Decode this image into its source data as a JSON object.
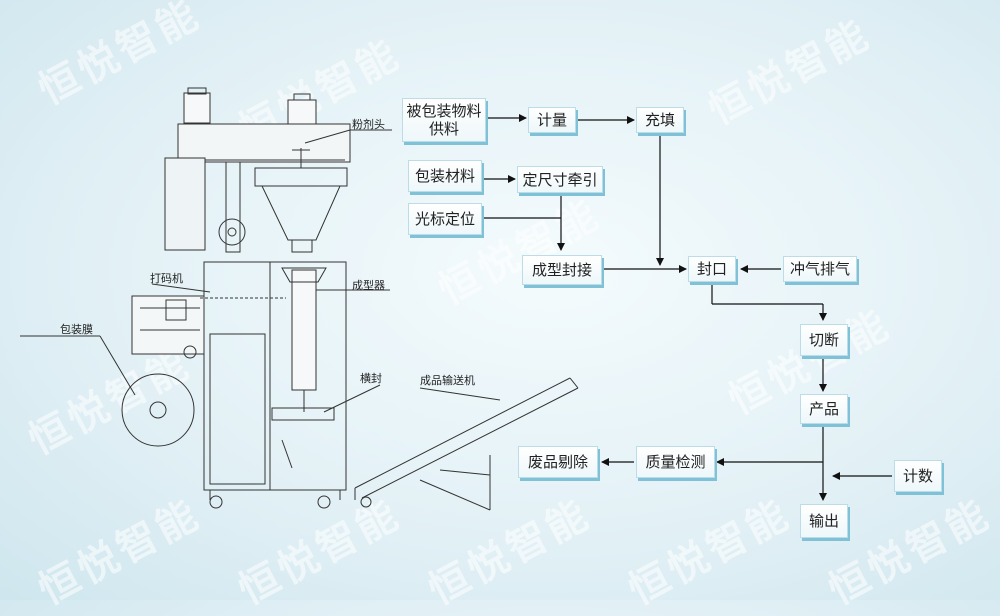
{
  "watermark": "恒悦智能",
  "machine_labels": {
    "powder_head": "粉剂头",
    "coder": "打码机",
    "former": "成型器",
    "film": "包装膜",
    "horizontal_seal": "横封",
    "conveyor": "成品输送机"
  },
  "flow_nodes": {
    "material_supply": "被包装物料\n供料",
    "metering": "计量",
    "filling": "充填",
    "packaging_material": "包装材料",
    "fixed_length_pull": "定尺寸牵引",
    "photo_position": "光标定位",
    "forming_seal": "成型封接",
    "sealing": "封口",
    "gas_flush": "冲气排气",
    "cutting": "切断",
    "product": "产品",
    "quality_check": "质量检测",
    "reject": "废品剔除",
    "counting": "计数",
    "output": "输出"
  }
}
